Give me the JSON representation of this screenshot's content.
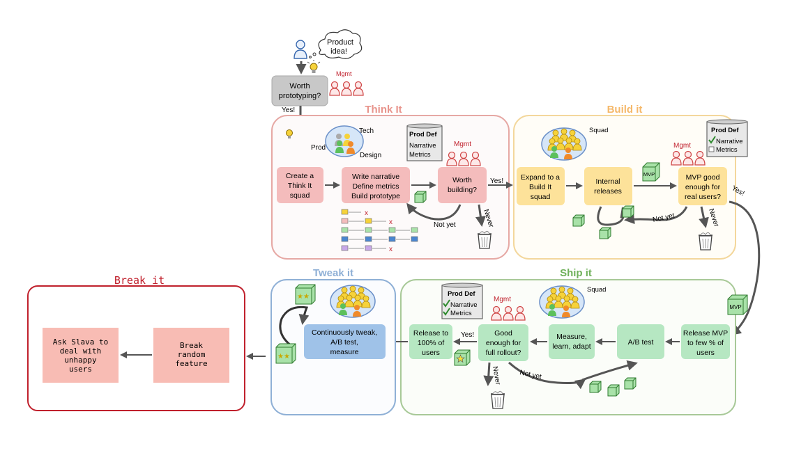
{
  "start": {
    "idea_bubble_line1": "Product",
    "idea_bubble_line2": "idea!",
    "worth_prototyping_line1": "Worth",
    "worth_prototyping_line2": "prototyping?",
    "mgmt_label": "Mgmt",
    "yes_label": "Yes!"
  },
  "think_it": {
    "title": "Think It",
    "team_prod": "Prod",
    "team_tech": "Tech",
    "team_design": "Design",
    "prod_def_title": "Prod Def",
    "prod_def_item1": "Narrative",
    "prod_def_item2": "Metrics",
    "mgmt_label": "Mgmt",
    "create_squad_line1": "Create a",
    "create_squad_line2": "Think It",
    "create_squad_line3": "squad",
    "write_line1": "Write narrative",
    "write_line2": "Define metrics",
    "write_line3": "Build prototype",
    "worth_building_line1": "Worth",
    "worth_building_line2": "building?",
    "yes_label": "Yes!",
    "not_yet_label": "Not yet",
    "never_label": "Never"
  },
  "build_it": {
    "title": "Build it",
    "squad_label": "Squad",
    "prod_def_title": "Prod Def",
    "prod_def_item1": "Narrative",
    "prod_def_item2": "Metrics",
    "mgmt_label": "Mgmt",
    "expand_line1": "Expand to a",
    "expand_line2": "Build It",
    "expand_line3": "squad",
    "internal_line1": "Internal",
    "internal_line2": "releases",
    "mvp_box": "MVP",
    "mvp_good_line1": "MVP good",
    "mvp_good_line2": "enough for",
    "mvp_good_line3": "real users?",
    "yes_label": "Yes!",
    "not_yet_label": "Not yet",
    "never_label": "Never"
  },
  "ship_it": {
    "title": "Ship it",
    "squad_label": "Squad",
    "prod_def_title": "Prod Def",
    "prod_def_item1": "Narrative",
    "prod_def_item2": "Metrics",
    "mgmt_label": "Mgmt",
    "mvp_box": "MVP",
    "release_mvp_line1": "Release MVP",
    "release_mvp_line2": "to few % of",
    "release_mvp_line3": "users",
    "ab_test": "A/B test",
    "measure_line1": "Measure,",
    "measure_line2": "learn, adapt",
    "good_line1": "Good",
    "good_line2": "enough for",
    "good_line3": "full rollout?",
    "release100_line1": "Release to",
    "release100_line2": "100% of",
    "release100_line3": "users",
    "yes_label": "Yes!",
    "not_yet_label": "Not yet",
    "never_label": "Never"
  },
  "tweak_it": {
    "title": "Tweak it",
    "continuous_line1": "Continuously tweak,",
    "continuous_line2": "A/B test,",
    "continuous_line3": "measure"
  },
  "break_it": {
    "title": "Break it",
    "break_line1": "Break",
    "break_line2": "random",
    "break_line3": "feature",
    "ask_line1": "Ask Slava to",
    "ask_line2": "deal with",
    "ask_line3": "unhappy",
    "ask_line4": "users"
  },
  "colors": {
    "think_border": "#e6a8a4",
    "think_title": "#e8948c",
    "think_box": "#f4bcbc",
    "build_border": "#f3d79c",
    "build_title": "#f5b86a",
    "build_box": "#fde29a",
    "ship_border": "#a8c998",
    "ship_title": "#6fb05a",
    "ship_box": "#b6e7c2",
    "tweak_border": "#8fb0d6",
    "tweak_title": "#8fb0d6",
    "tweak_box": "#9fc2e8",
    "break_border": "#c0202c",
    "break_title": "#c0202c",
    "break_box": "#f8bcb4",
    "arrow": "#555555",
    "mgmt_red": "#c0202c"
  }
}
